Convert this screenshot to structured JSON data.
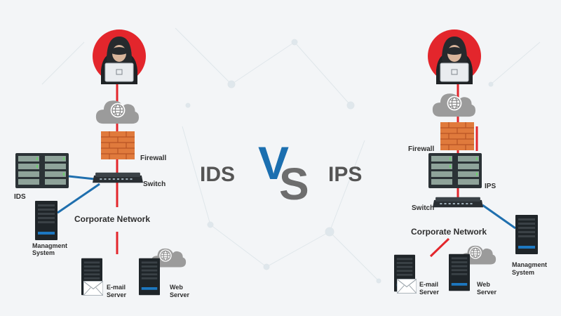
{
  "center": {
    "left_title": "IDS",
    "vs_v": "V",
    "vs_s": "S",
    "right_title": "IPS"
  },
  "ids_diagram": {
    "firewall_label": "Firewall",
    "switch_label": "Switch",
    "ids_label": "IDS",
    "network_label": "Corporate Network",
    "management_label_1": "Managment",
    "management_label_2": "System",
    "email_label_1": "E-mail",
    "email_label_2": "Server",
    "web_label_1": "Web",
    "web_label_2": "Server"
  },
  "ips_diagram": {
    "firewall_label": "Firewall",
    "ips_label": "IPS",
    "switch_label": "Switch",
    "network_label": "Corporate Network",
    "management_label_1": "Managment",
    "management_label_2": "System",
    "email_label_1": "E-mail",
    "email_label_2": "Server",
    "web_label_1": "Web",
    "web_label_2": "Server"
  },
  "colors": {
    "accent_red": "#e3262c",
    "link_blue": "#1f6fae",
    "vs_blue": "#1b6fb0",
    "vs_gray": "#6d6d6d",
    "brick": "#e07a3c",
    "cloud": "#9a9a9a",
    "server": "#1f2529"
  }
}
